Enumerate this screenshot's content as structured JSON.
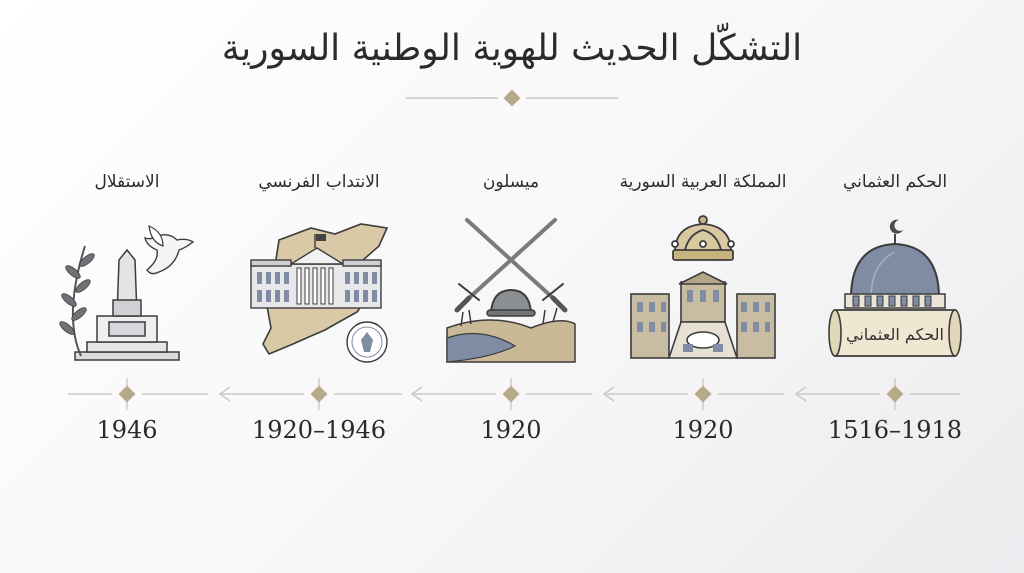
{
  "title": "التشكّل الحديث للهوية الوطنية السورية",
  "colors": {
    "accent": "#b8a98a",
    "line": "#c9c9c9",
    "text": "#2b2b2b"
  },
  "stages": [
    {
      "label": "الحكم العثماني",
      "years": "1516–1918",
      "icon": "ottoman-mosque-scroll-icon",
      "scroll_text": "الحكم العثماني"
    },
    {
      "label": "المملكة العربية السورية",
      "years": "1920",
      "icon": "crown-palace-icon"
    },
    {
      "label": "ميسلون",
      "years": "1920",
      "icon": "crossed-swords-helmet-icon"
    },
    {
      "label": "الانتداب الفرنسي",
      "years": "1920–1946",
      "icon": "map-building-seal-icon"
    },
    {
      "label": "الاستقلال",
      "years": "1946",
      "icon": "monument-dove-olive-icon"
    }
  ]
}
